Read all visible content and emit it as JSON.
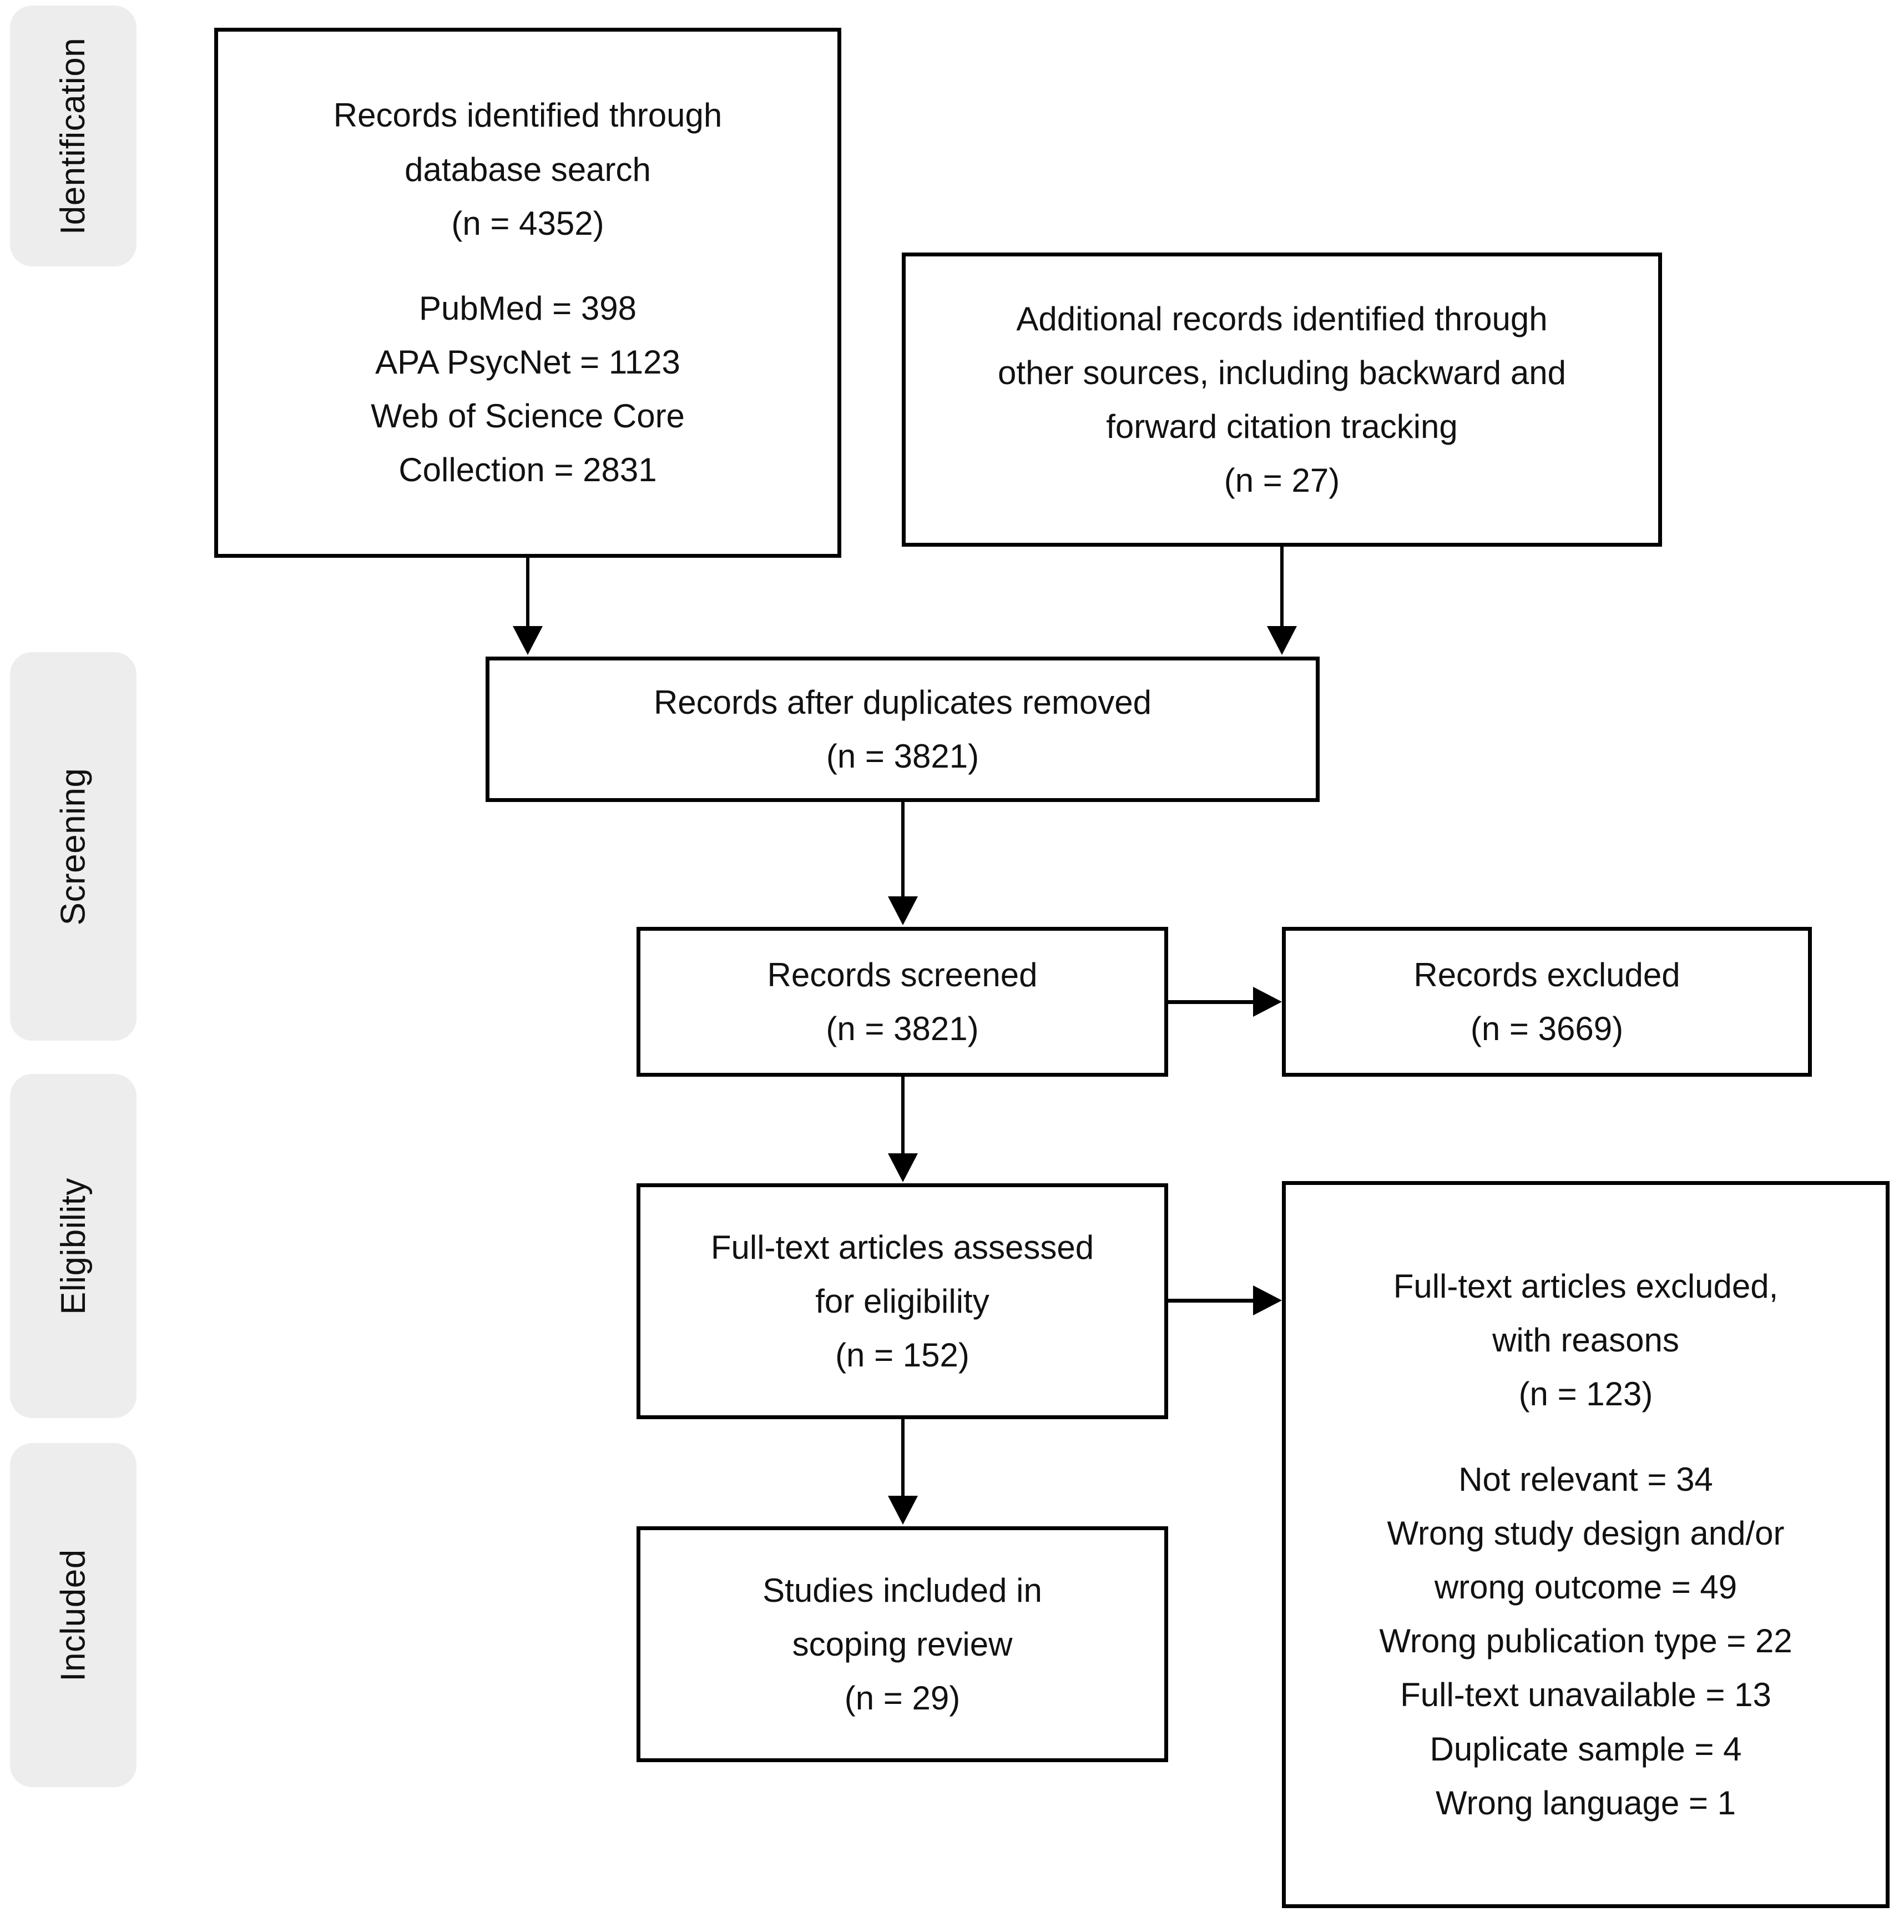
{
  "diagram": {
    "type": "PRISMA flow diagram",
    "stages": [
      {
        "key": "identification",
        "label": "Identification"
      },
      {
        "key": "screening",
        "label": "Screening"
      },
      {
        "key": "eligibility",
        "label": "Eligibility"
      },
      {
        "key": "included",
        "label": "Included"
      }
    ],
    "colors": {
      "stage_tab_background": "#ededed",
      "box_border": "#000000",
      "box_background": "#ffffff",
      "text": "#111111"
    },
    "boxes": {
      "records_identified": {
        "line1": "Records identified through",
        "line2": "database search",
        "line3": "(n = 4352)",
        "source1": "PubMed = 398",
        "source2": "APA PsycNet = 1123",
        "source3": "Web of Science Core",
        "source4": "Collection = 2831"
      },
      "additional_records": {
        "line1": "Additional records identified through",
        "line2": "other sources, including backward and",
        "line3": "forward citation tracking",
        "line4": "(n = 27)"
      },
      "duplicates_removed": {
        "line1": "Records after duplicates removed",
        "line2": "(n = 3821)"
      },
      "records_screened": {
        "line1": "Records screened",
        "line2": "(n = 3821)"
      },
      "records_excluded": {
        "line1": "Records excluded",
        "line2": "(n = 3669)"
      },
      "fulltext_assessed": {
        "line1": "Full-text articles assessed",
        "line2": "for eligibility",
        "line3": "(n = 152)"
      },
      "fulltext_excluded": {
        "line1": "Full-text articles excluded,",
        "line2": "with reasons",
        "line3": "(n = 123)",
        "reason1": "Not relevant = 34",
        "reason2": "Wrong study design and/or",
        "reason3": "wrong outcome = 49",
        "reason4": "Wrong publication type = 22",
        "reason5": "Full-text unavailable = 13",
        "reason6": "Duplicate sample = 4",
        "reason7": "Wrong language = 1"
      },
      "studies_included": {
        "line1": "Studies included in",
        "line2": "scoping review",
        "line3": "(n = 29)"
      }
    },
    "chart_data": {
      "type": "table",
      "title": "PRISMA scoping review flow",
      "nodes": [
        {
          "id": "records_identified",
          "label": "Records identified through database search",
          "n": 4352,
          "breakdown": [
            {
              "source": "PubMed",
              "n": 398
            },
            {
              "source": "APA PsycNet",
              "n": 1123
            },
            {
              "source": "Web of Science Core Collection",
              "n": 2831
            }
          ]
        },
        {
          "id": "additional_records",
          "label": "Additional records identified through other sources, including backward and forward citation tracking",
          "n": 27
        },
        {
          "id": "duplicates_removed",
          "label": "Records after duplicates removed",
          "n": 3821
        },
        {
          "id": "records_screened",
          "label": "Records screened",
          "n": 3821
        },
        {
          "id": "records_excluded",
          "label": "Records excluded",
          "n": 3669
        },
        {
          "id": "fulltext_assessed",
          "label": "Full-text articles assessed for eligibility",
          "n": 152
        },
        {
          "id": "fulltext_excluded",
          "label": "Full-text articles excluded, with reasons",
          "n": 123,
          "breakdown": [
            {
              "reason": "Not relevant",
              "n": 34
            },
            {
              "reason": "Wrong study design and/or wrong outcome",
              "n": 49
            },
            {
              "reason": "Wrong publication type",
              "n": 22
            },
            {
              "reason": "Full-text unavailable",
              "n": 13
            },
            {
              "reason": "Duplicate sample",
              "n": 4
            },
            {
              "reason": "Wrong language",
              "n": 1
            }
          ]
        },
        {
          "id": "studies_included",
          "label": "Studies included in scoping review",
          "n": 29
        }
      ],
      "edges": [
        {
          "from": "records_identified",
          "to": "duplicates_removed"
        },
        {
          "from": "additional_records",
          "to": "duplicates_removed"
        },
        {
          "from": "duplicates_removed",
          "to": "records_screened"
        },
        {
          "from": "records_screened",
          "to": "records_excluded"
        },
        {
          "from": "records_screened",
          "to": "fulltext_assessed"
        },
        {
          "from": "fulltext_assessed",
          "to": "fulltext_excluded"
        },
        {
          "from": "fulltext_assessed",
          "to": "studies_included"
        }
      ]
    }
  }
}
